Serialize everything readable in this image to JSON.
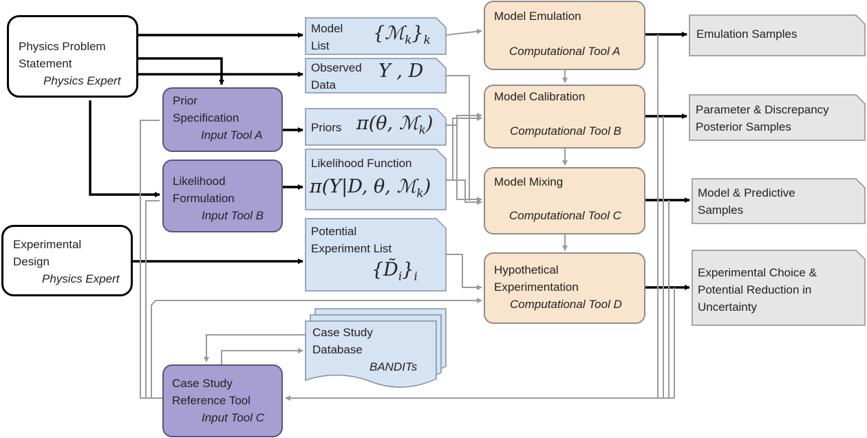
{
  "problem": {
    "line1": "Physics Problem",
    "line2": "Statement",
    "role": "Physics Expert"
  },
  "design": {
    "line1": "Experimental",
    "line2": "Design",
    "role": "Physics Expert"
  },
  "prior": {
    "line1": "Prior",
    "line2": "Specification",
    "tool": "Input Tool A"
  },
  "likelihood_form": {
    "line1": "Likelihood",
    "line2": "Formulation",
    "tool": "Input Tool B"
  },
  "case_ref": {
    "line1": "Case Study",
    "line2": "Reference Tool",
    "tool": "Input Tool C"
  },
  "model_list": {
    "line1": "Model",
    "line2": "List",
    "math": "{ℳ",
    "sub": "k",
    "close": "}",
    "sub2": "k"
  },
  "observed": {
    "line1": "Observed",
    "line2": "Data",
    "math": "Y , D"
  },
  "priors": {
    "label": "Priors",
    "math": "π(θ, ℳ",
    "sub": "k",
    "close": ")"
  },
  "likelihood_fn": {
    "label": "Likelihood Function",
    "math": "π(Y|D, θ, ℳ",
    "sub": "k",
    "close": ")"
  },
  "potential": {
    "line1": "Potential",
    "line2": "Experiment List",
    "math": "{D̃",
    "sub": "i",
    "close": "}",
    "sub2": "i"
  },
  "database": {
    "line1": "Case Study",
    "line2": "Database",
    "name": "BANDITs"
  },
  "emulation": {
    "title": "Model Emulation",
    "tool": "Computational Tool A"
  },
  "calibration": {
    "title": "Model Calibration",
    "tool": "Computational Tool B"
  },
  "mixing": {
    "title": "Model Mixing",
    "tool": "Computational Tool C"
  },
  "hypothetical": {
    "line1": "Hypothetical",
    "line2": "Experimentation",
    "tool": "Computational Tool D"
  },
  "out_emulation": {
    "line1": "Emulation Samples"
  },
  "out_calibration": {
    "line1": "Parameter & Discrepancy",
    "line2": "Posterior Samples"
  },
  "out_mixing": {
    "line1": "Model & Predictive",
    "line2": "Samples"
  },
  "out_hypothetical": {
    "line1": "Experimental Choice &",
    "line2": "Potential Reduction in",
    "line3": "Uncertainty"
  },
  "colors": {
    "purple": "#a79fd2",
    "blue": "#d5e3f3",
    "tan": "#f9e4cd",
    "gray": "#e6e6e6"
  }
}
